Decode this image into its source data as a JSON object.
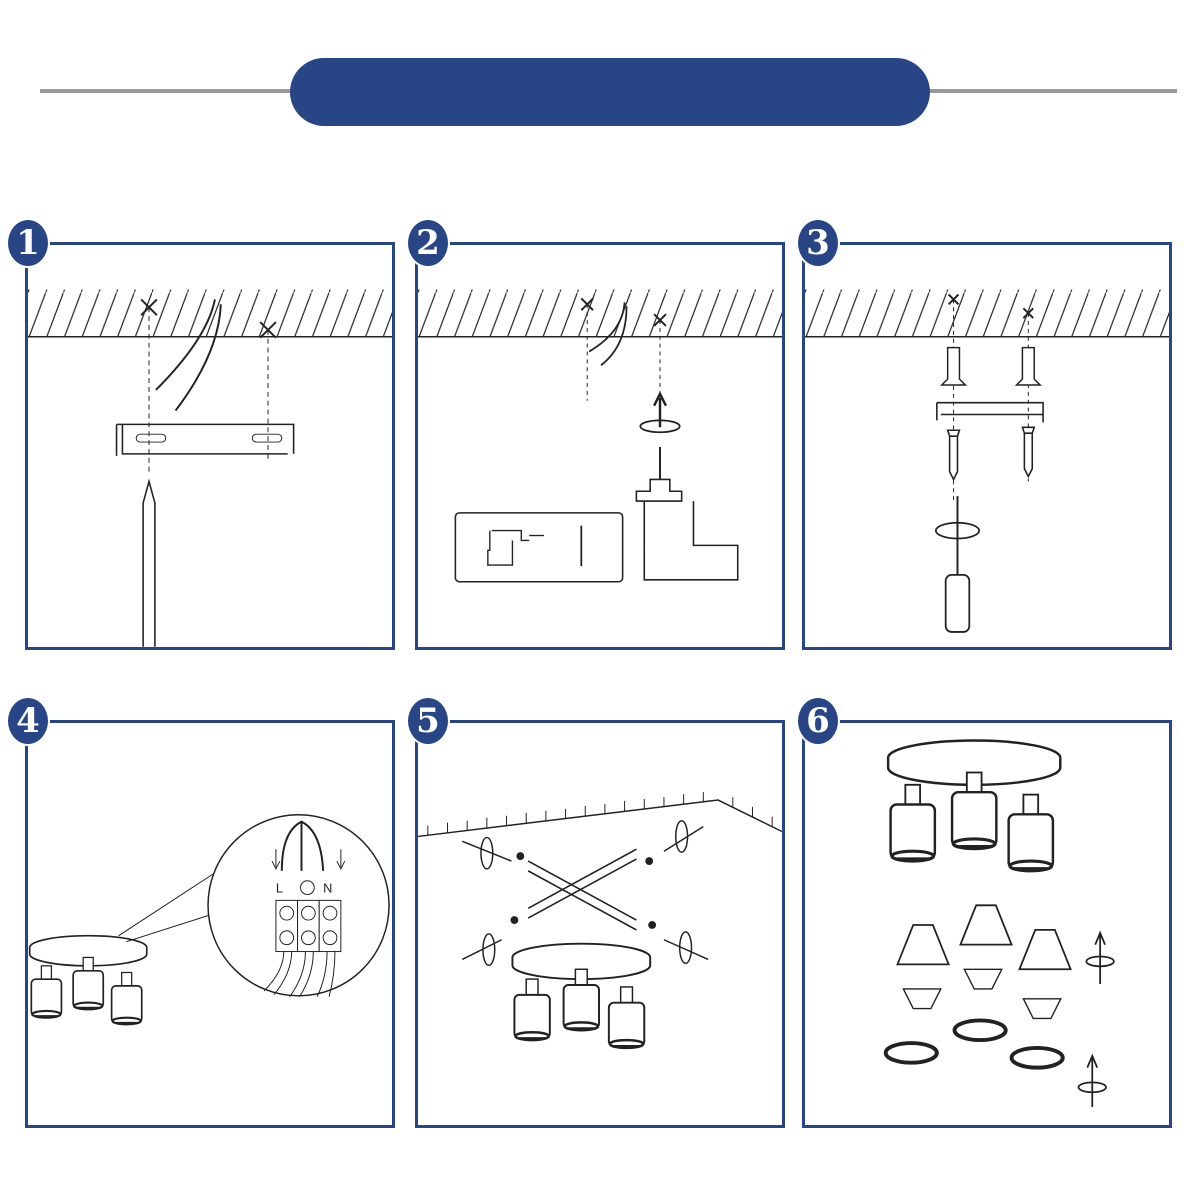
{
  "colors": {
    "accent": "#284586",
    "rule": "#9a9a9a",
    "line_art": "#222222"
  },
  "steps": [
    {
      "number": "1"
    },
    {
      "number": "2"
    },
    {
      "number": "3"
    },
    {
      "number": "4"
    },
    {
      "number": "5"
    },
    {
      "number": "6"
    }
  ],
  "wiring": {
    "live": "L",
    "neutral": "N"
  }
}
